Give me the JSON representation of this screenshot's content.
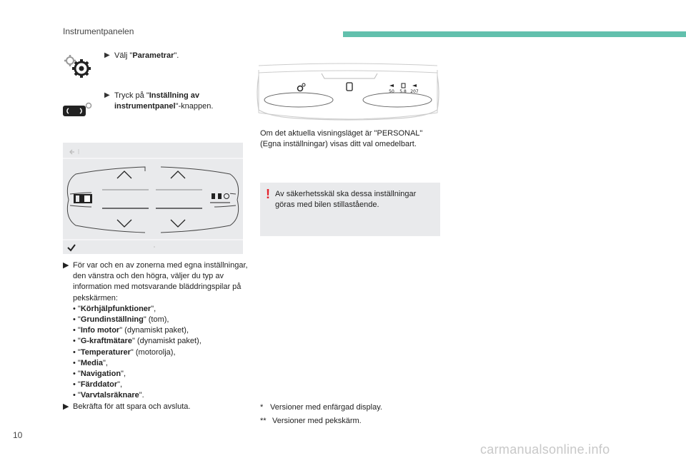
{
  "header": {
    "section_title": "Instrumentpanelen",
    "accent_color": "#62c0ad"
  },
  "steps": [
    {
      "icon": "gear-icon",
      "pre": "Välj \"",
      "bold": "Parametrar",
      "post": "\"."
    },
    {
      "icon": "cluster-settings-icon",
      "pre": "Tryck på \"",
      "bold": "Inställning av instrumentpanel",
      "post": "\"-knappen."
    }
  ],
  "list": {
    "intro": "För var och en av zonerna med egna inställningar, den vänstra och den högra, väljer du typ av information med motsvarande bläddringspilar på pekskärmen:",
    "options": [
      {
        "bold": "Körhjälpfunktioner",
        "rest": "\","
      },
      {
        "bold": "Grundinställning",
        "rest": "\" (tom),"
      },
      {
        "bold": "Info motor",
        "rest": "\" (dynamiskt paket),"
      },
      {
        "bold": "G-kraftmätare",
        "rest": "\" (dynamiskt paket),"
      },
      {
        "bold": "Temperaturer",
        "rest": "\" (motorolja),"
      },
      {
        "bold": "Media",
        "rest": "\","
      },
      {
        "bold": "Navigation",
        "rest": "\","
      },
      {
        "bold": "Färddator",
        "rest": "\","
      },
      {
        "bold": "Varvtalsräknare",
        "rest": "\"."
      }
    ],
    "confirm": "Bekräfta för att spara och avsluta."
  },
  "cluster_readout": {
    "values": [
      "50",
      "5.8",
      "207"
    ]
  },
  "personal_text": "Om det aktuella visningsläget är \"PERSONAL\" (Egna inställningar) visas ditt val omedelbart.",
  "warning_text": "Av säkerhetsskäl ska dessa inställningar göras med bilen stillastående.",
  "footnotes": [
    {
      "mark": "*",
      "text": "Versioner med enfärgad display."
    },
    {
      "mark": "**",
      "text": "Versioner med pekskärm."
    }
  ],
  "page_number": "10",
  "watermark": "carmanualsonline.info"
}
